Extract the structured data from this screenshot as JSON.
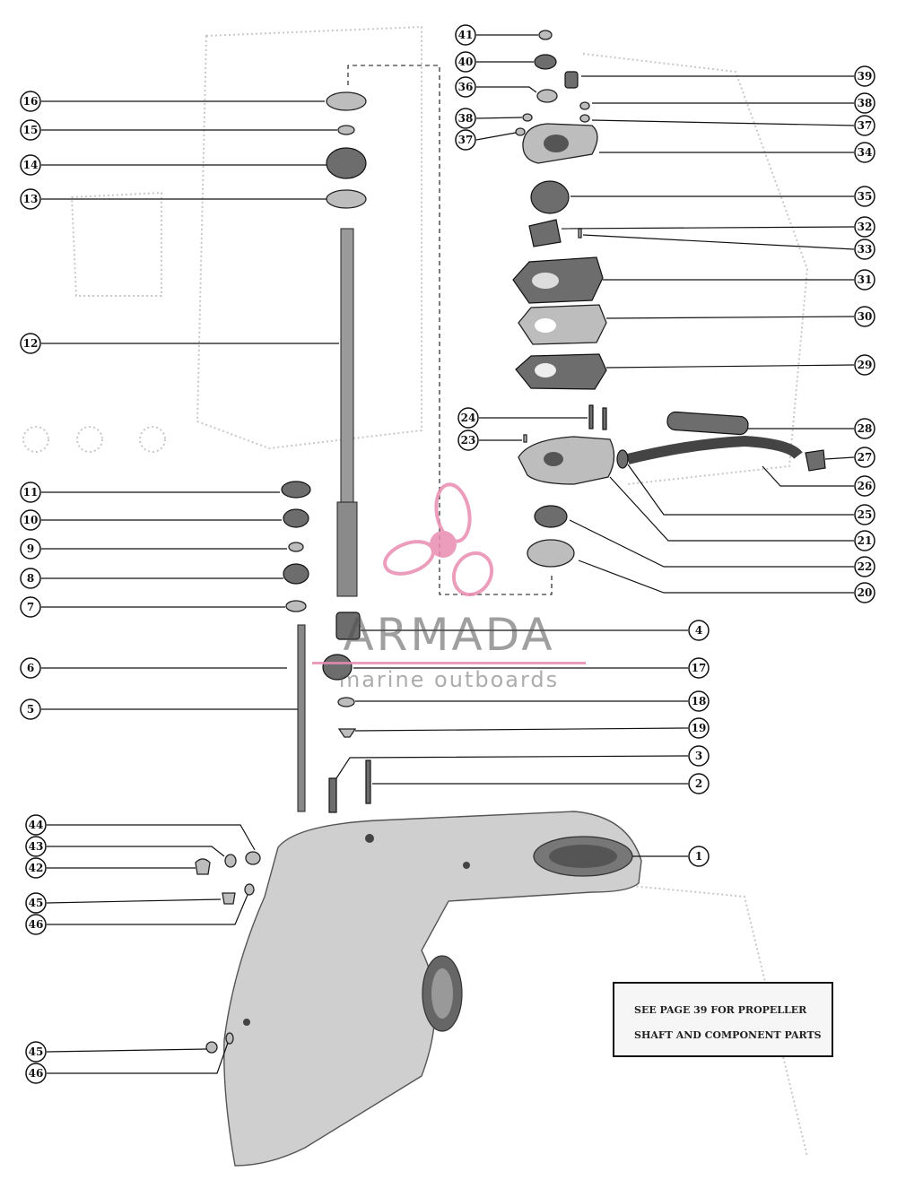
{
  "callouts": [
    {
      "id": "41",
      "label": "41"
    },
    {
      "id": "40",
      "label": "40"
    },
    {
      "id": "39",
      "label": "39"
    },
    {
      "id": "36",
      "label": "36"
    },
    {
      "id": "38a",
      "label": "38"
    },
    {
      "id": "37a",
      "label": "37"
    },
    {
      "id": "38b",
      "label": "38"
    },
    {
      "id": "37b",
      "label": "37"
    },
    {
      "id": "34",
      "label": "34"
    },
    {
      "id": "16",
      "label": "16"
    },
    {
      "id": "15",
      "label": "15"
    },
    {
      "id": "14",
      "label": "14"
    },
    {
      "id": "13",
      "label": "13"
    },
    {
      "id": "35",
      "label": "35"
    },
    {
      "id": "32",
      "label": "32"
    },
    {
      "id": "33",
      "label": "33"
    },
    {
      "id": "31",
      "label": "31"
    },
    {
      "id": "30",
      "label": "30"
    },
    {
      "id": "29",
      "label": "29"
    },
    {
      "id": "12",
      "label": "12"
    },
    {
      "id": "24",
      "label": "24"
    },
    {
      "id": "23",
      "label": "23"
    },
    {
      "id": "28",
      "label": "28"
    },
    {
      "id": "27",
      "label": "27"
    },
    {
      "id": "26",
      "label": "26"
    },
    {
      "id": "25",
      "label": "25"
    },
    {
      "id": "21",
      "label": "21"
    },
    {
      "id": "22",
      "label": "22"
    },
    {
      "id": "20",
      "label": "20"
    },
    {
      "id": "11",
      "label": "11"
    },
    {
      "id": "10",
      "label": "10"
    },
    {
      "id": "9",
      "label": "9"
    },
    {
      "id": "8",
      "label": "8"
    },
    {
      "id": "7",
      "label": "7"
    },
    {
      "id": "4",
      "label": "4"
    },
    {
      "id": "6",
      "label": "6"
    },
    {
      "id": "17",
      "label": "17"
    },
    {
      "id": "5",
      "label": "5"
    },
    {
      "id": "18",
      "label": "18"
    },
    {
      "id": "19",
      "label": "19"
    },
    {
      "id": "3",
      "label": "3"
    },
    {
      "id": "2",
      "label": "2"
    },
    {
      "id": "44",
      "label": "44"
    },
    {
      "id": "43",
      "label": "43"
    },
    {
      "id": "1",
      "label": "1"
    },
    {
      "id": "42",
      "label": "42"
    },
    {
      "id": "45a",
      "label": "45"
    },
    {
      "id": "46a",
      "label": "46"
    },
    {
      "id": "45b",
      "label": "45"
    },
    {
      "id": "46b",
      "label": "46"
    }
  ],
  "note": {
    "line1": "SEE PAGE 39 FOR PROPELLER",
    "line2": "SHAFT AND COMPONENT PARTS"
  },
  "watermark": {
    "brand": "ARMADA",
    "tagline": "marine outboards",
    "accent_color": "#e88db0",
    "text_color": "#555555"
  },
  "colors": {
    "ink": "#111111",
    "part_fill": "#bdbdbd",
    "housing_fill": "#cfcfcf"
  }
}
